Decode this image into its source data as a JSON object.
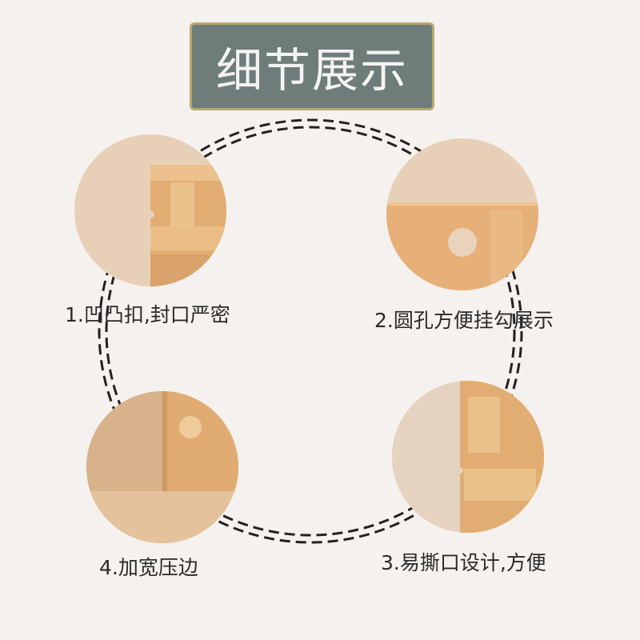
{
  "title": "细节展示",
  "captions": [
    "1.凹凸扣,封口严密",
    "2.圆孔方便挂勾展示",
    "3.易撕口设计,方便",
    "4.加宽压边"
  ],
  "colors": {
    "background": "#f5f1ee",
    "title_box": "#6e7c7a",
    "title_border": "#b6a870",
    "kraft": "#e2b07a",
    "ring": "#222222"
  }
}
